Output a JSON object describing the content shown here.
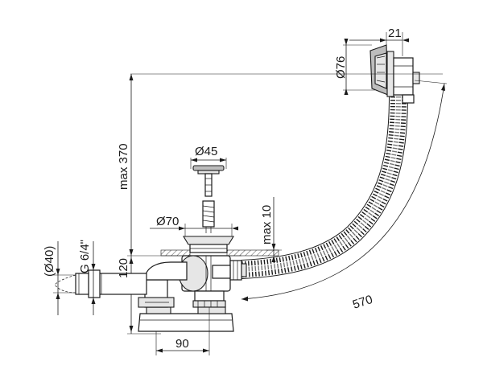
{
  "dimensions": {
    "hose_length": "570",
    "overflow_height": "max 370",
    "overflow_width": "21",
    "overflow_diameter": "Ø76",
    "plug_diameter": "Ø45",
    "waste_flange_diameter": "Ø70",
    "flange_adjust": "max 10",
    "trap_height": "120",
    "outlet_diameter": "(Ø40)",
    "outlet_thread": "G 6/4\"",
    "trap_offset": "90"
  }
}
